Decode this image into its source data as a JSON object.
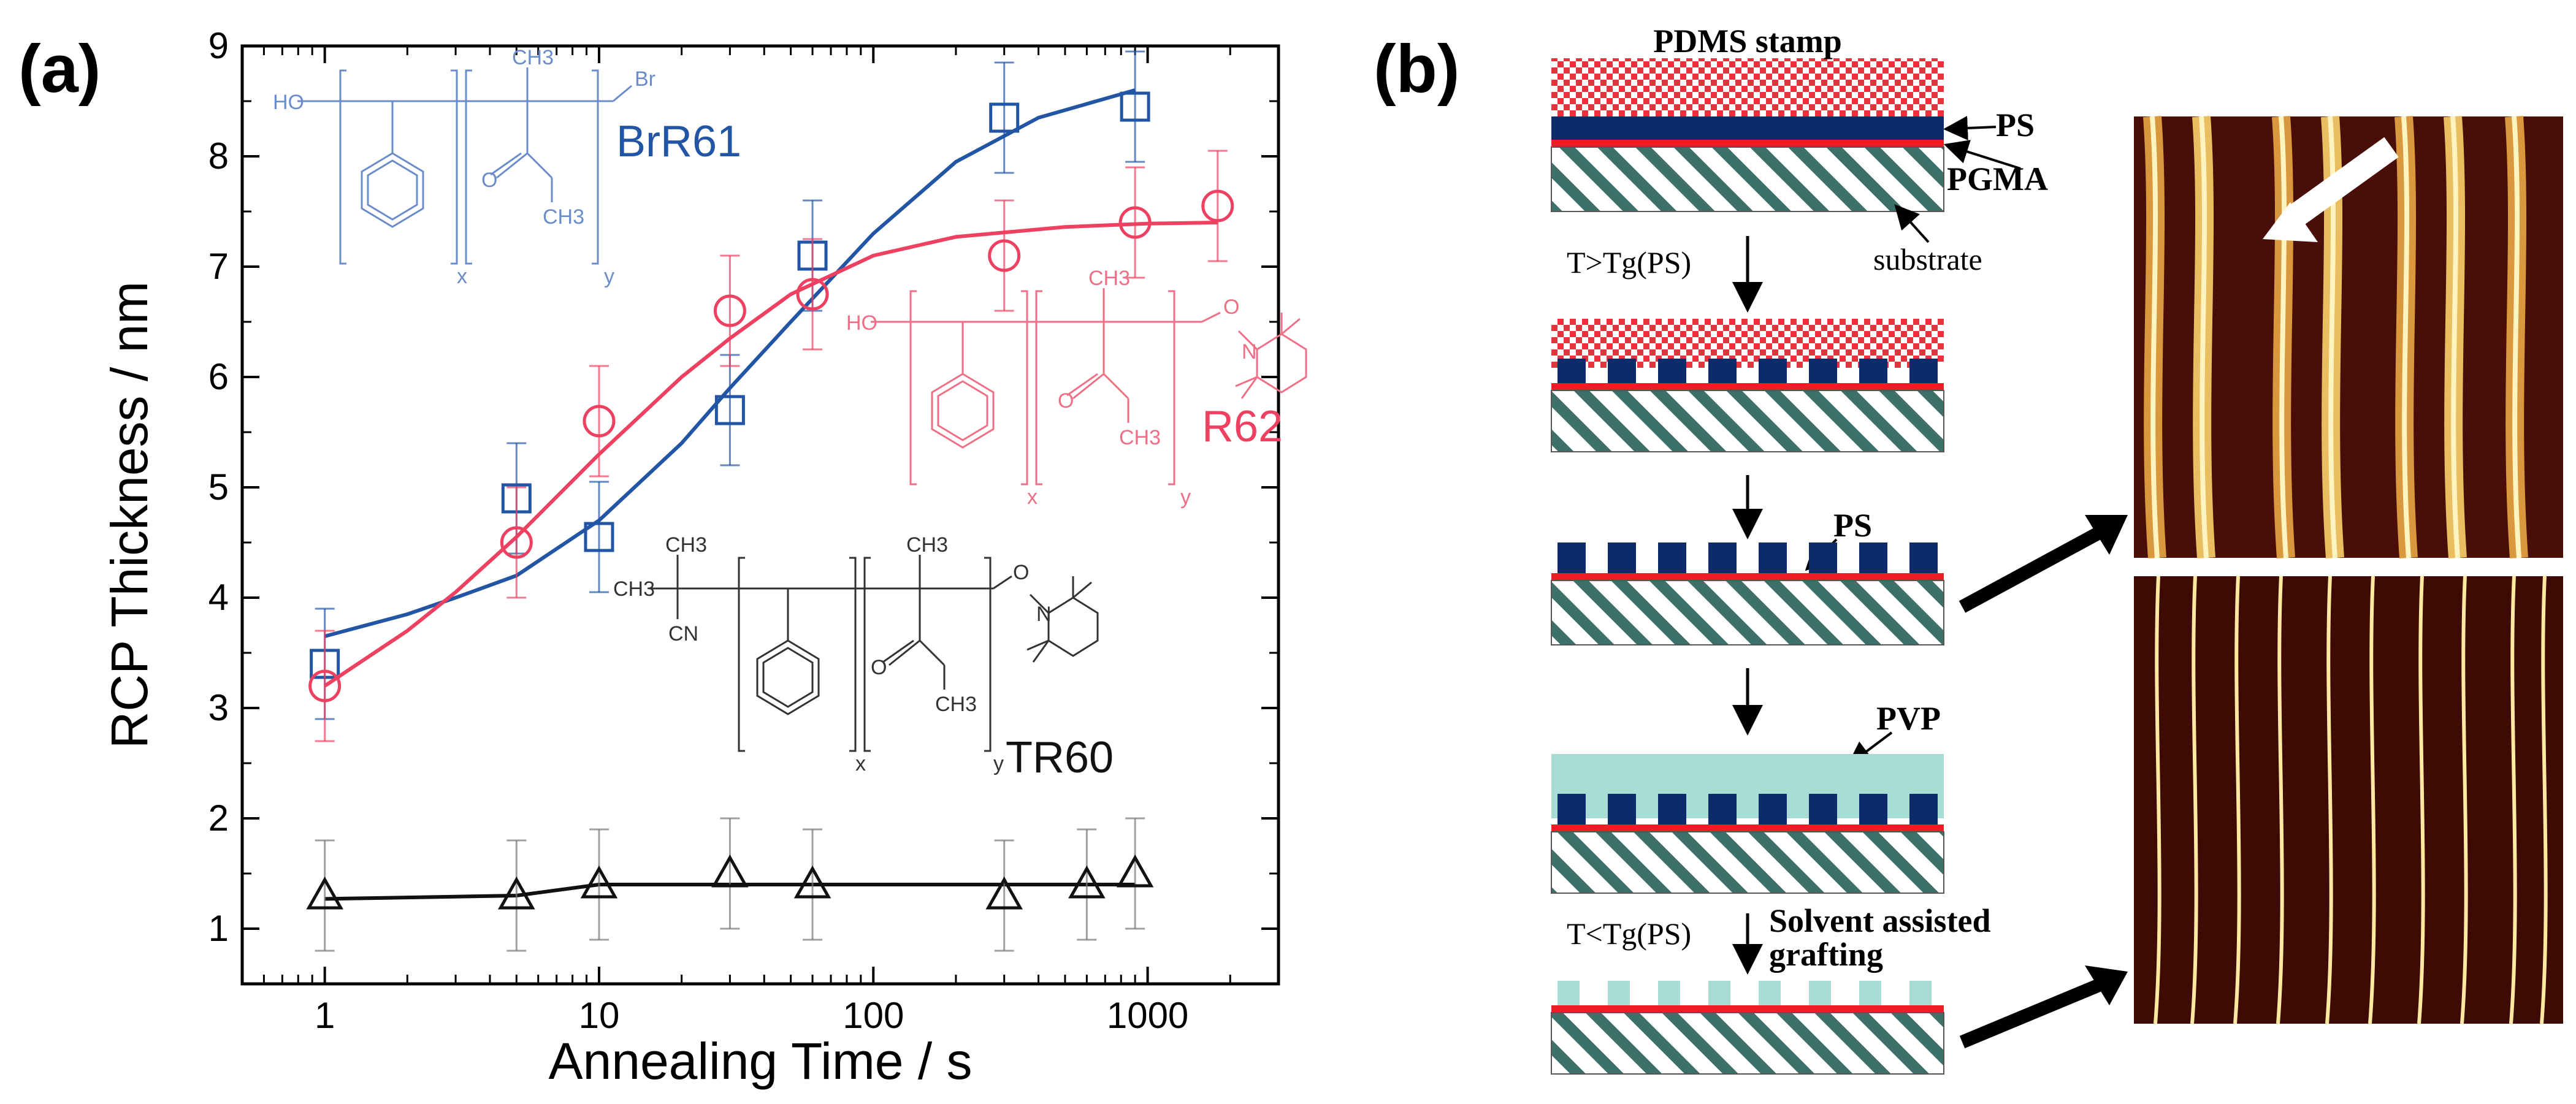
{
  "panel_a_label": "(a)",
  "panel_b_label": "(b)",
  "chart_data": {
    "type": "scatter",
    "xlabel": "Annealing Time / s",
    "ylabel": "RCP Thickness / nm",
    "xscale": "log",
    "xlim": [
      0.5,
      3000
    ],
    "ylim": [
      0.5,
      9
    ],
    "x_ticks": [
      "1",
      "10",
      "100",
      "1000"
    ],
    "y_ticks": [
      "1",
      "2",
      "3",
      "4",
      "5",
      "6",
      "7",
      "8",
      "9"
    ],
    "series": [
      {
        "name": "BrR61",
        "color": "#2255a4",
        "marker": "square",
        "x": [
          1,
          5,
          10,
          30,
          60,
          300,
          900
        ],
        "y": [
          3.4,
          4.9,
          4.55,
          5.7,
          7.1,
          8.35,
          8.45
        ],
        "err": [
          0.5,
          0.5,
          0.5,
          0.5,
          0.5,
          0.5,
          0.5
        ],
        "fit_x": [
          1,
          2,
          3,
          5,
          10,
          20,
          30,
          50,
          100,
          200,
          400,
          900
        ],
        "fit_y": [
          3.65,
          3.85,
          4.0,
          4.2,
          4.7,
          5.4,
          5.9,
          6.5,
          7.3,
          7.95,
          8.35,
          8.6
        ]
      },
      {
        "name": "R62",
        "color": "#ee4060",
        "marker": "circle",
        "x": [
          1,
          5,
          10,
          30,
          60,
          300,
          900,
          1800
        ],
        "y": [
          3.2,
          4.5,
          5.6,
          6.6,
          6.75,
          7.1,
          7.4,
          7.55
        ],
        "err": [
          0.5,
          0.5,
          0.5,
          0.5,
          0.5,
          0.5,
          0.5,
          0.5
        ],
        "fit_x": [
          1,
          2,
          3,
          5,
          10,
          20,
          30,
          50,
          100,
          200,
          500,
          1000,
          1800
        ],
        "fit_y": [
          3.2,
          3.7,
          4.05,
          4.55,
          5.3,
          6.0,
          6.35,
          6.75,
          7.1,
          7.27,
          7.36,
          7.39,
          7.4
        ]
      },
      {
        "name": "TR60",
        "color": "#111111",
        "marker": "triangle",
        "x": [
          1,
          5,
          10,
          30,
          60,
          300,
          600,
          900
        ],
        "y": [
          1.3,
          1.3,
          1.4,
          1.5,
          1.4,
          1.3,
          1.4,
          1.5
        ],
        "err": [
          0.5,
          0.5,
          0.5,
          0.5,
          0.5,
          0.5,
          0.5,
          0.5
        ],
        "fit_x": [
          1,
          5,
          10,
          30,
          60,
          300,
          900
        ],
        "fit_y": [
          1.27,
          1.3,
          1.4,
          1.4,
          1.4,
          1.4,
          1.4
        ]
      }
    ]
  },
  "chem": {
    "ho": "HO",
    "ch3": "CH3",
    "br": "Br",
    "cn": "CN",
    "o": "O",
    "n": "N",
    "x": "x",
    "y": "y"
  },
  "schematic": {
    "pdms_stamp": "PDMS stamp",
    "ps_top": "PS",
    "pgma": "PGMA",
    "substrate": "substrate",
    "step1_condition": "T>Tg(PS)",
    "ps_mid": "PS",
    "pvp": "PVP",
    "step4_condition": "T<Tg(PS)",
    "solvent_assisted": "Solvent assisted",
    "grafting": "grafting"
  },
  "colors": {
    "ps_navy": "#0d2a6b",
    "pgma_red": "#ee1c25",
    "pvp_teal": "#a8ddd6",
    "stamp_red": "#e8333c",
    "afm_dark": "#4a0e08",
    "afm_light": "#f0c060"
  }
}
